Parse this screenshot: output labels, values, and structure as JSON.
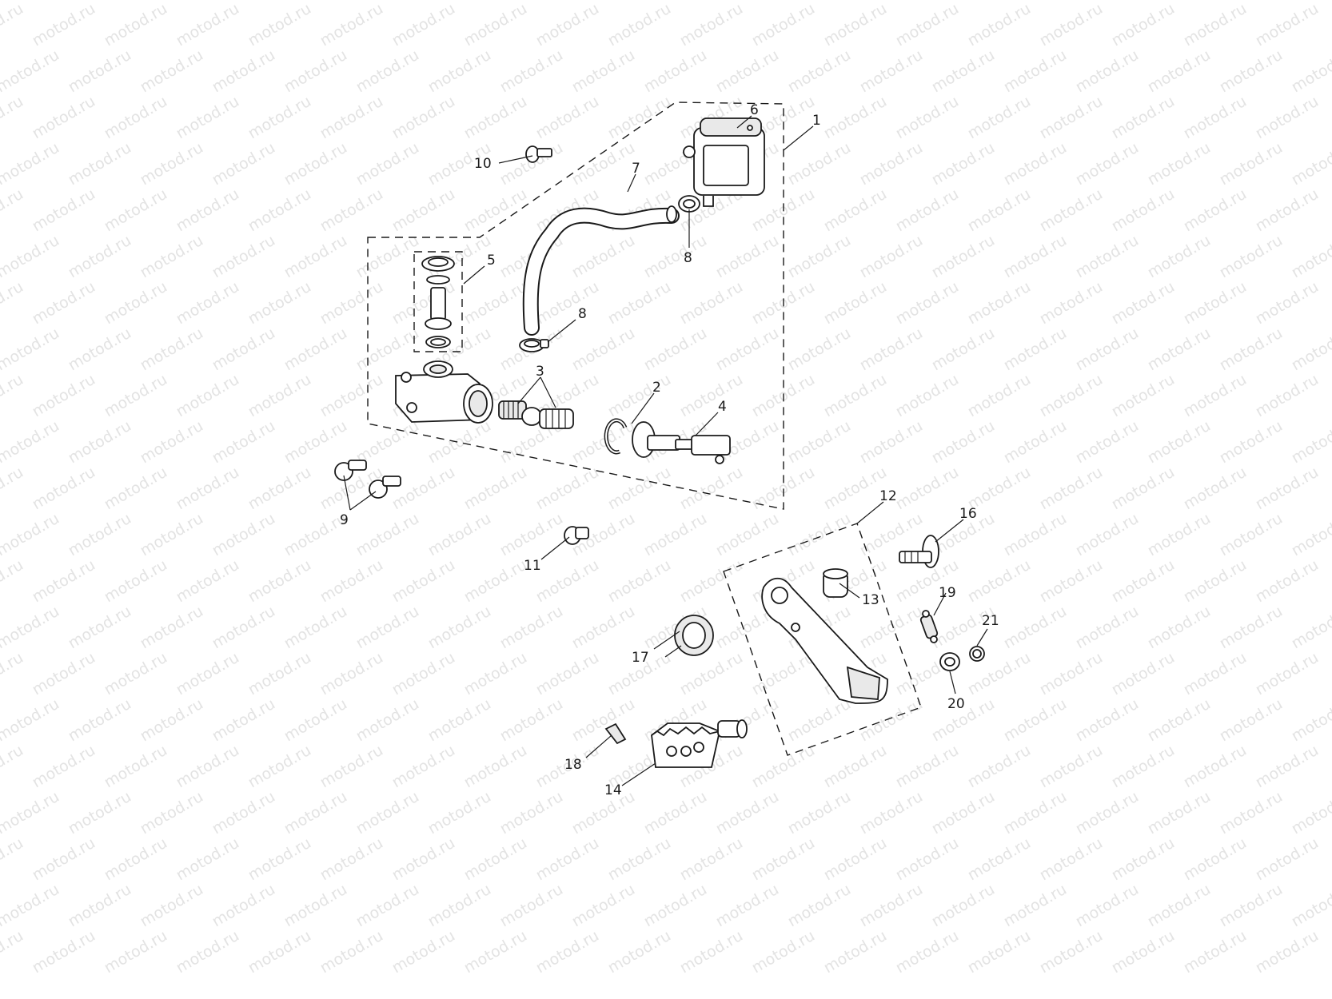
{
  "watermark": {
    "text": "motod.ru",
    "color": "#e3e3e3"
  },
  "colors": {
    "line": "#1a1a1a",
    "background": "#ffffff"
  },
  "callouts": [
    {
      "id": "c1",
      "text": "1"
    },
    {
      "id": "c2",
      "text": "2"
    },
    {
      "id": "c3",
      "text": "3"
    },
    {
      "id": "c4",
      "text": "4"
    },
    {
      "id": "c5",
      "text": "5"
    },
    {
      "id": "c6",
      "text": "6"
    },
    {
      "id": "c7",
      "text": "7"
    },
    {
      "id": "c8a",
      "text": "8"
    },
    {
      "id": "c8b",
      "text": "8"
    },
    {
      "id": "c9",
      "text": "9"
    },
    {
      "id": "c10",
      "text": "10"
    },
    {
      "id": "c11",
      "text": "11"
    },
    {
      "id": "c12",
      "text": "12"
    },
    {
      "id": "c13",
      "text": "13"
    },
    {
      "id": "c14",
      "text": "14"
    },
    {
      "id": "c16",
      "text": "16"
    },
    {
      "id": "c17",
      "text": "17"
    },
    {
      "id": "c18",
      "text": "18"
    },
    {
      "id": "c19",
      "text": "19"
    },
    {
      "id": "c20",
      "text": "20"
    },
    {
      "id": "c21",
      "text": "21"
    }
  ]
}
